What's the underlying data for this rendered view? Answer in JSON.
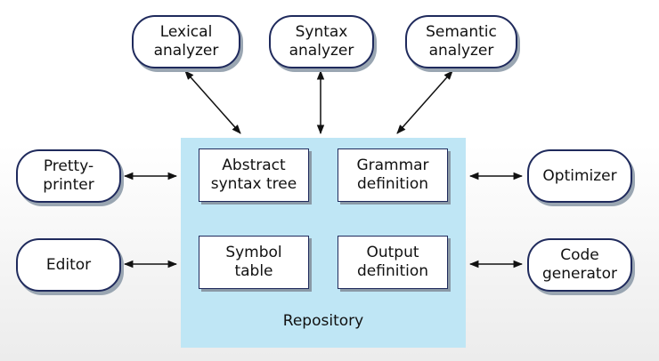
{
  "tools": {
    "lexical": "Lexical\nanalyzer",
    "syntax": "Syntax\nanalyzer",
    "semantic": "Semantic\nanalyzer",
    "pretty": "Pretty-\nprinter",
    "editor": "Editor",
    "optimizer": "Optimizer",
    "codegen": "Code\ngenerator"
  },
  "repository": {
    "label": "Repository",
    "ast": "Abstract\nsyntax tree",
    "grammar": "Grammar\ndefinition",
    "symbol": "Symbol\ntable",
    "output": "Output\ndefinition"
  },
  "colors": {
    "repository_fill": "#bfe6f5",
    "outline": "#1f2a5c",
    "arrow": "#111111"
  }
}
